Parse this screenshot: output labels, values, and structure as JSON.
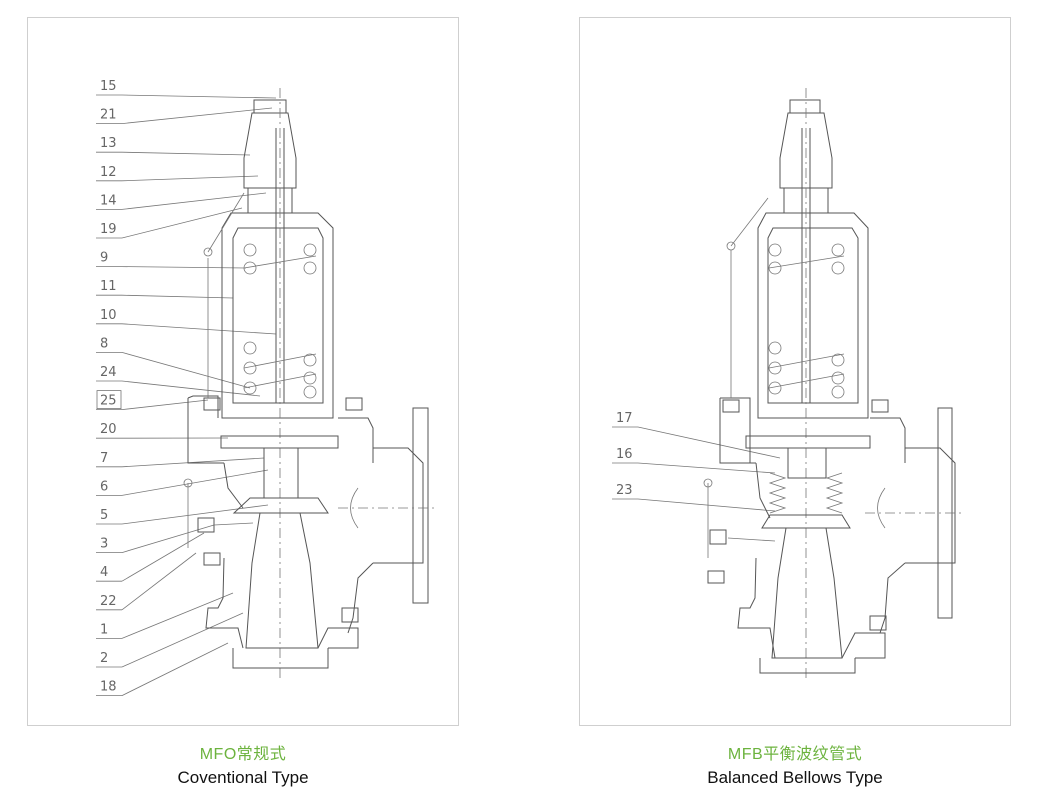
{
  "conventional": {
    "title_cn": "MFO常规式",
    "title_en": "Coventional Type",
    "callouts": [
      "15",
      "21",
      "13",
      "12",
      "14",
      "19",
      "9",
      "11",
      "10",
      "8",
      "24",
      "25",
      "20",
      "7",
      "6",
      "5",
      "3",
      "4",
      "22",
      "1",
      "2",
      "18"
    ]
  },
  "bellows": {
    "title_cn": "MFB平衡波纹管式",
    "title_en": "Balanced Bellows Type",
    "callouts": [
      "17",
      "16",
      "23"
    ]
  },
  "colors": {
    "accent": "#6cb33e",
    "line": "#555555",
    "border": "#cfcfcf"
  }
}
